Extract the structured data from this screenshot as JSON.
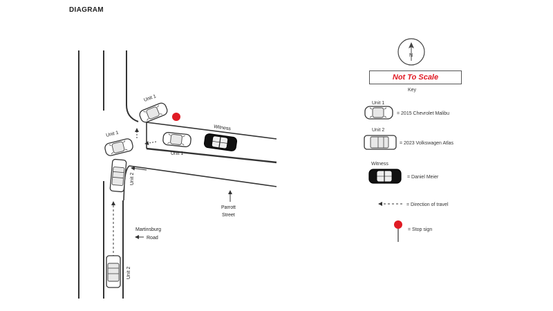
{
  "header": {
    "title": "DIAGRAM"
  },
  "compass": {
    "north_label": "N"
  },
  "scale_note": "Not To Scale",
  "key": {
    "title": "Key",
    "unit1": {
      "label": "Unit 1",
      "desc": "= 2015 Chevrolet Malibu"
    },
    "unit2": {
      "label": "Unit 2",
      "desc": "= 2023 Volkswagen Atlas"
    },
    "witness": {
      "label": "Witness",
      "desc": "= Daniel Meier"
    },
    "travel": {
      "desc": "= Direction of travel"
    },
    "stop": {
      "desc": "= Stop sign"
    }
  },
  "roads": {
    "martinsburg": {
      "line1": "Martinsburg",
      "line2": "Road"
    },
    "parrott": {
      "line1": "Parrott",
      "line2": "Street"
    },
    "witness_lane_label": "Witness"
  },
  "vehicles": {
    "unit1_top": "Unit 1",
    "unit1_mid": "Unit 1",
    "unit1_ghost": "Unit 1",
    "unit2_impact": "Unit 2",
    "unit2_start": "Unit 2"
  },
  "colors": {
    "stop_sign": "#e01b24",
    "not_to_scale": "#e01b24",
    "witness_car": "#111111",
    "line": "#333333"
  }
}
